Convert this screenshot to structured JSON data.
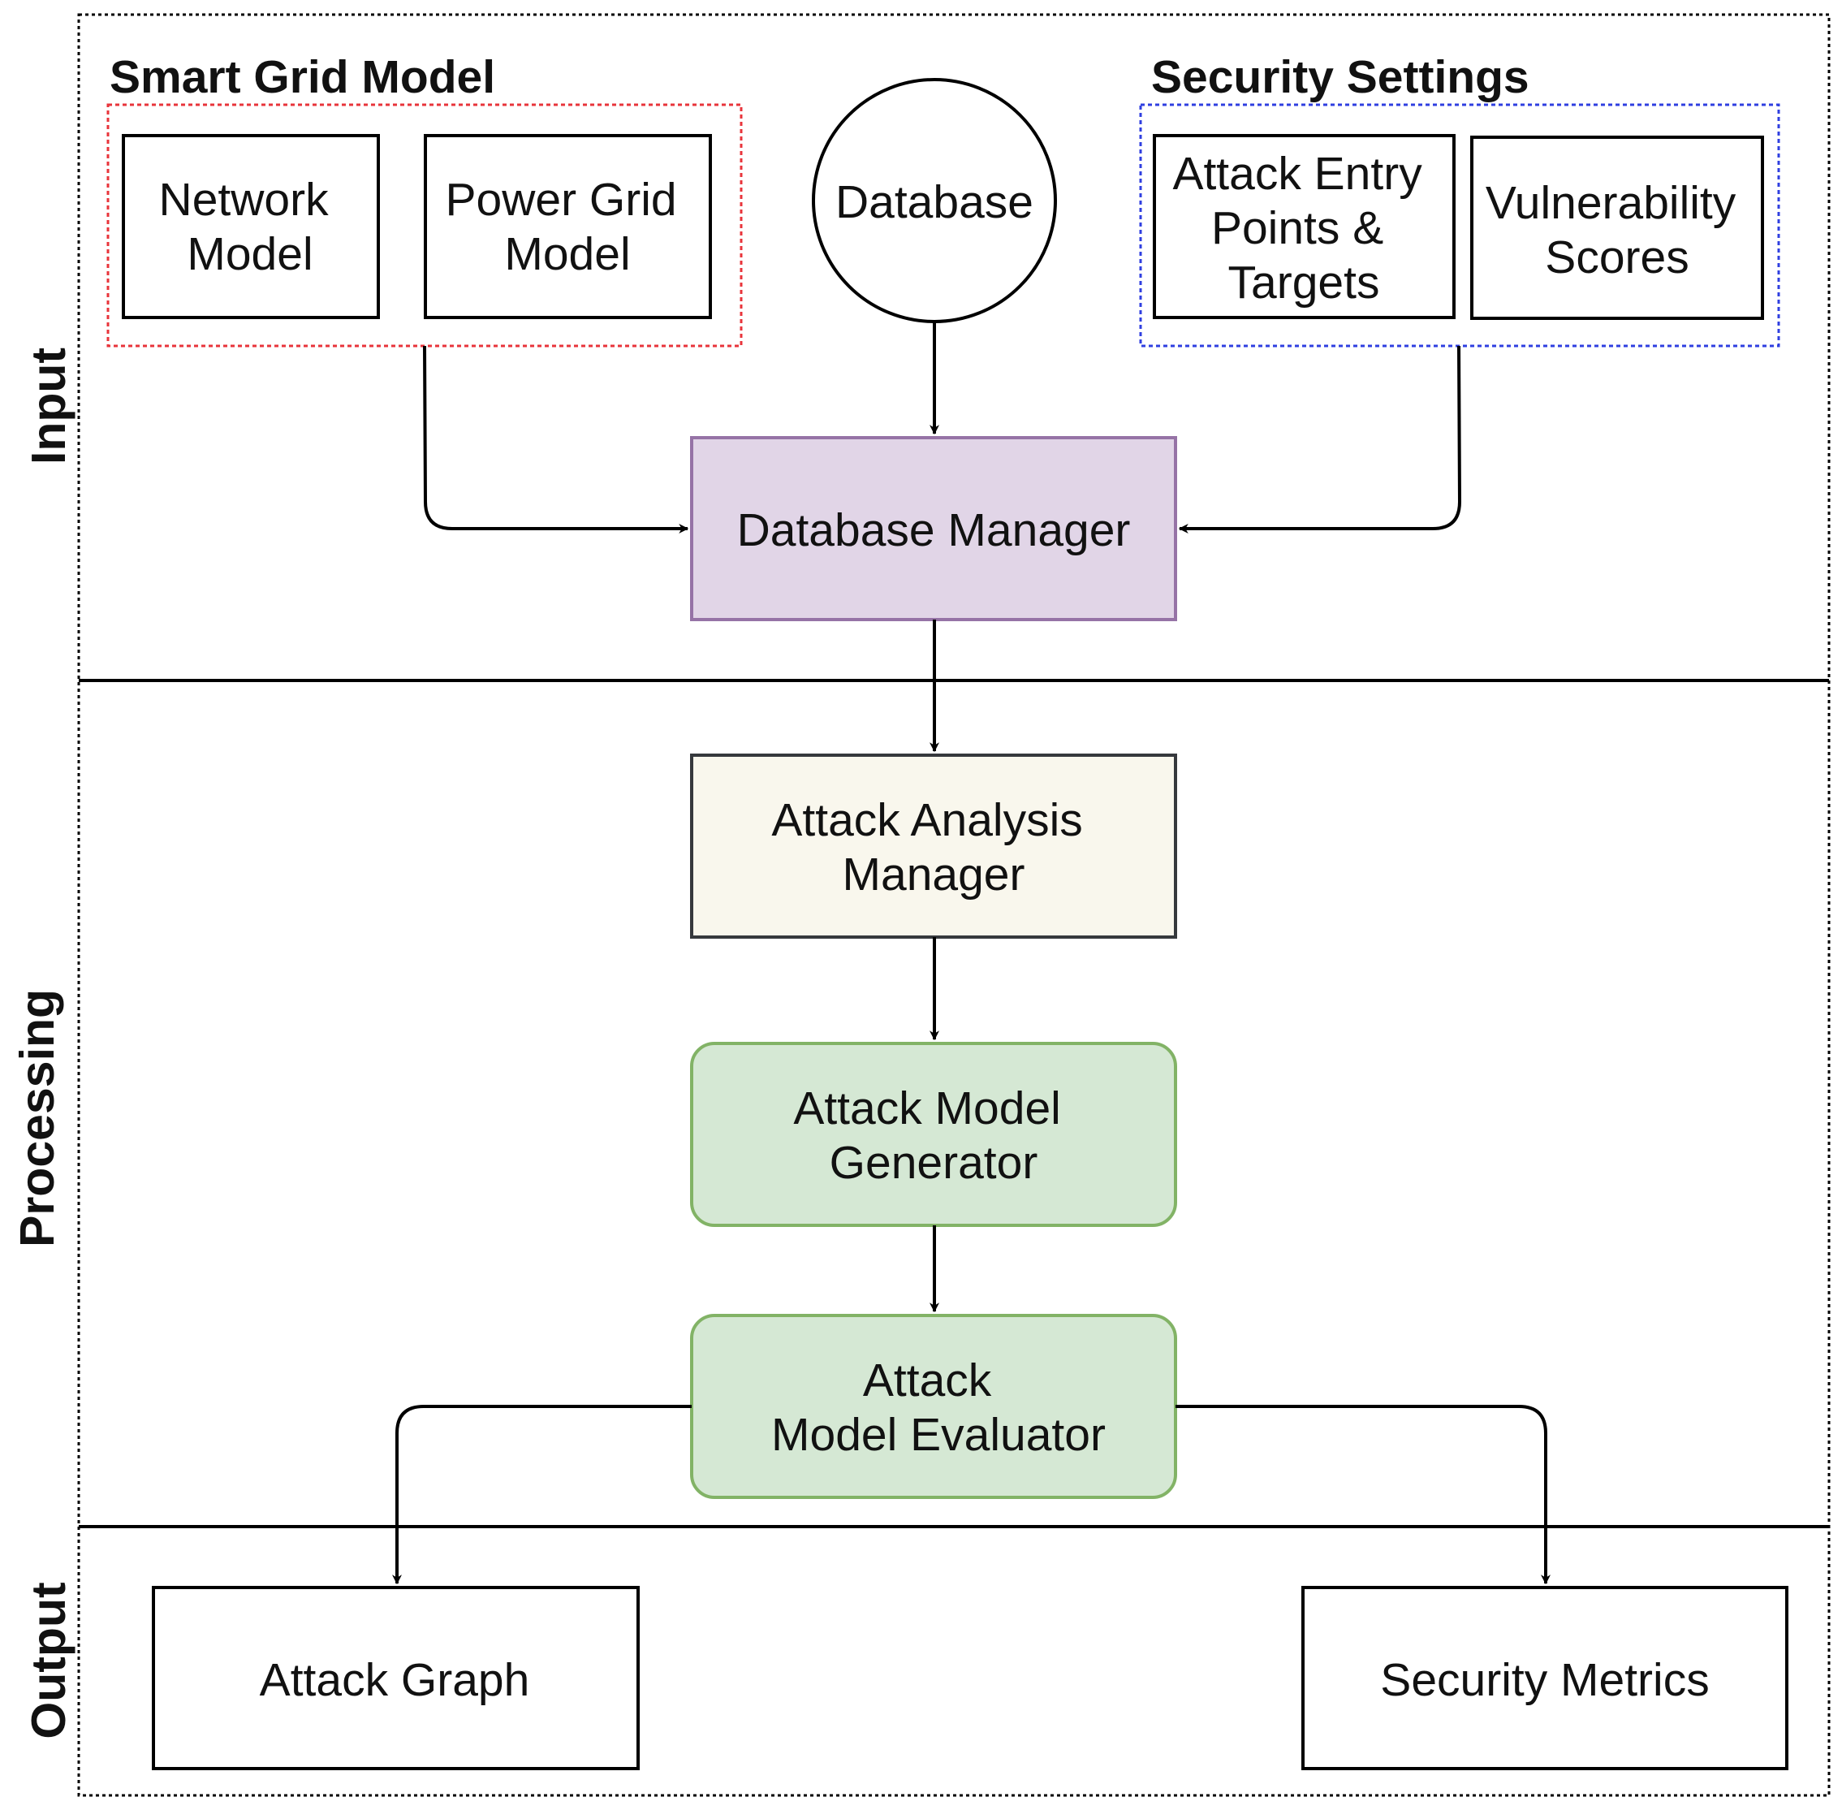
{
  "bands": {
    "input": "Input",
    "processing": "Processing",
    "output": "Output"
  },
  "groups": {
    "smart_grid": {
      "title": "Smart Grid Model",
      "network_model": [
        "Network",
        "Model"
      ],
      "power_grid_model": [
        "Power Grid",
        "Model"
      ]
    },
    "security_settings": {
      "title": "Security Settings",
      "attack_entry": [
        "Attack Entry",
        "Points &",
        "Targets"
      ],
      "vulnerability": [
        "Vulnerability",
        "Scores"
      ]
    }
  },
  "nodes": {
    "database": "Database",
    "database_manager": "Database Manager",
    "attack_analysis_manager": [
      "Attack Analysis",
      "Manager"
    ],
    "attack_model_generator": [
      "Attack Model",
      "Generator"
    ],
    "attack_model_evaluator": [
      "Attack",
      "Model Evaluator"
    ],
    "attack_graph": "Attack Graph",
    "security_metrics": "Security Metrics"
  },
  "colors": {
    "smart_grid_border": "#e8343b",
    "security_border": "#2f3fe0",
    "db_manager_fill": "#e1d5e7",
    "db_manager_stroke": "#9673a6",
    "analysis_fill": "#f9f7ed",
    "analysis_stroke": "#36393d",
    "green_fill": "#d5e8d4",
    "green_stroke": "#82b366"
  }
}
